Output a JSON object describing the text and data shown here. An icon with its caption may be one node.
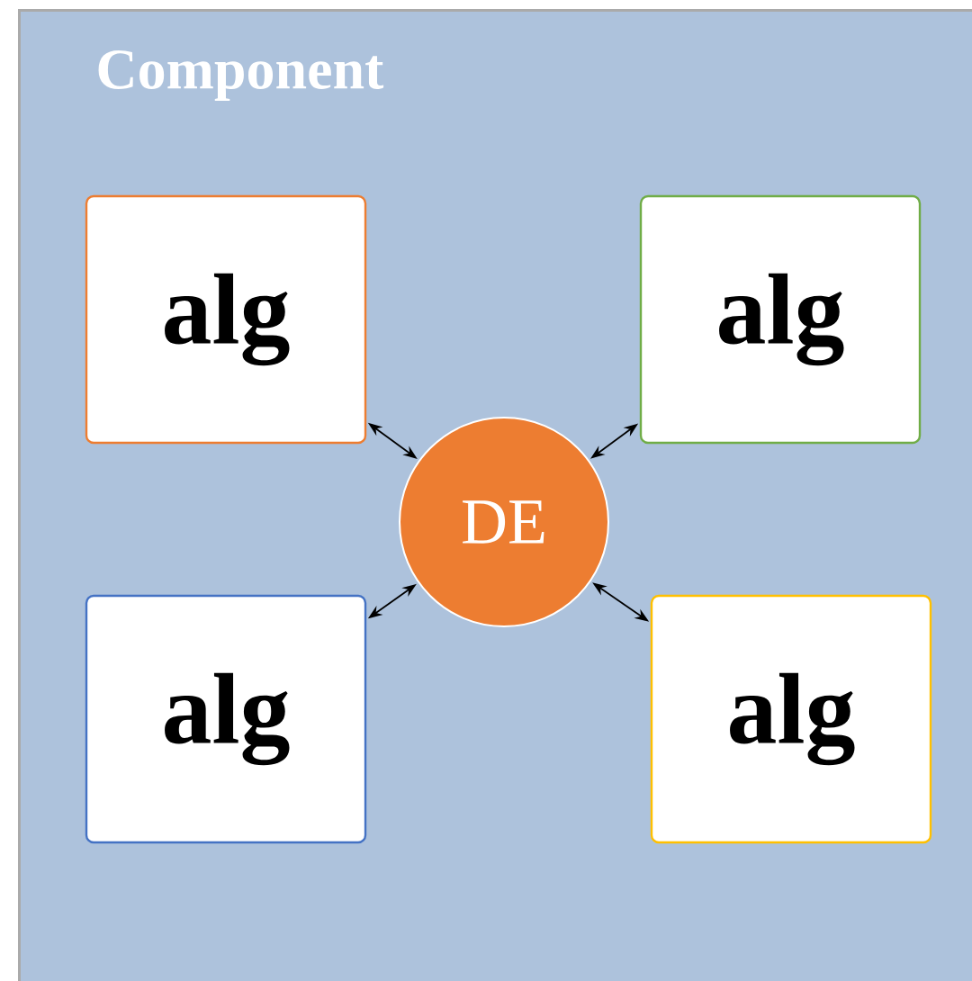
{
  "diagram": {
    "nodes": [
      {
        "text": [
          "Component"
        ]
      },
      {
        "text": [
          "alg"
        ],
        "in": 0
      },
      {
        "text": [
          "alg"
        ],
        "in": 0
      },
      {
        "text": [
          "DE"
        ],
        "in": 0
      },
      {
        "text": [
          "alg"
        ],
        "in": 0
      },
      {
        "text": [
          "alg"
        ],
        "in": 0
      }
    ],
    "edges": [
      {
        "from": 1,
        "to": 3,
        "arrow": "both"
      },
      {
        "from": 2,
        "to": 3,
        "arrow": "both"
      },
      {
        "from": 4,
        "to": 3,
        "arrow": "both"
      },
      {
        "from": 5,
        "to": 3,
        "arrow": "both"
      }
    ]
  }
}
